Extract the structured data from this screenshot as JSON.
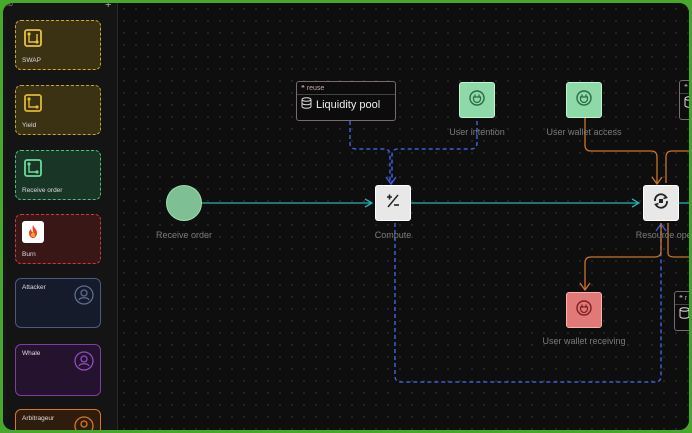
{
  "sidebar": {
    "top_label": "ıb",
    "add_icon": "plus-icon",
    "cards": [
      {
        "label": "SWAP",
        "icon": "swap-icon",
        "color": "#d1a82b"
      },
      {
        "label": "Yield",
        "icon": "yield-icon",
        "color": "#c9a227"
      },
      {
        "label": "Receive order",
        "icon": "receive-order-icon",
        "color": "#4fbf7a"
      },
      {
        "label": "Burn",
        "icon": "flame-icon",
        "color": "#c43c3c"
      },
      {
        "label": "Attacker",
        "icon": "user-icon",
        "color": "#4a5a80"
      },
      {
        "label": "Whale",
        "icon": "user-icon",
        "color": "#7e3da6"
      },
      {
        "label": "Arbitrageur",
        "icon": "user-icon",
        "color": "#d6762a"
      }
    ]
  },
  "canvas": {
    "nodes": {
      "receive_order": "Receive order",
      "compute": "Compute",
      "resource_operation": "Resource operat",
      "user_intention": "User intention",
      "user_wallet_access": "User wallet access",
      "user_wallet_receiving": "User wallet receiving"
    },
    "reuse_box": {
      "tag": "reuse",
      "title": "Liquidity pool"
    },
    "partial_tag_right": "r"
  }
}
